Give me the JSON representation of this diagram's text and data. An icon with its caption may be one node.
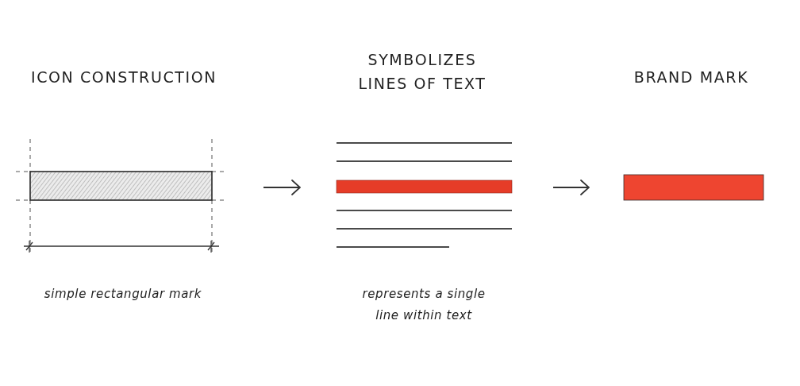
{
  "diagram": {
    "nodes": [
      {
        "text": [
          "ICON CONSTRUCTION"
        ],
        "beside": [
          "simple rectangular mark"
        ]
      },
      {
        "text": [
          "SYMBOLIZES LINES OF TEXT"
        ],
        "beside": [
          "represents a single line within text"
        ]
      },
      {
        "text": [],
        "shape": "bar"
      }
    ],
    "edges": [
      {
        "from": 0,
        "to": 1,
        "arrow": "to"
      },
      {
        "from": 1,
        "to": 2,
        "arrow": "to"
      }
    ],
    "labels": [
      "BRAND MARK"
    ]
  }
}
